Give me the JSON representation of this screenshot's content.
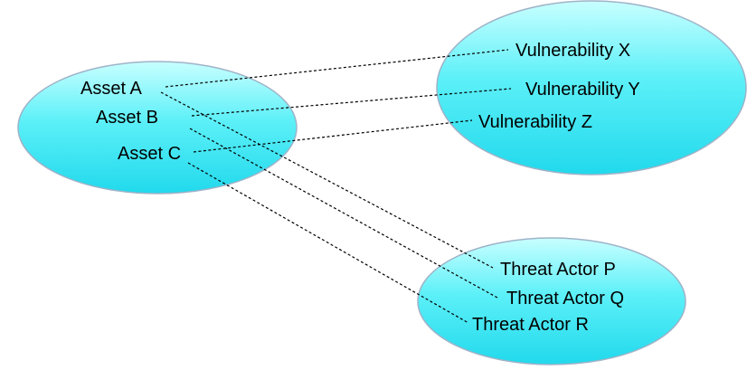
{
  "diagram": {
    "fill_color_top": "#c8ffff",
    "fill_color_mid": "#5cf0f8",
    "fill_color_bottom": "#21d9ec",
    "assets": {
      "a": "Asset A",
      "b": "Asset B",
      "c": "Asset C"
    },
    "vulnerabilities": {
      "x": "Vulnerability X",
      "y": "Vulnerability Y",
      "z": "Vulnerability Z"
    },
    "threat_actors": {
      "p": "Threat Actor P",
      "q": "Threat Actor Q",
      "r": "Threat Actor R"
    },
    "links": [
      {
        "from": "Asset A",
        "to": "Vulnerability X"
      },
      {
        "from": "Asset B",
        "to": "Vulnerability Y"
      },
      {
        "from": "Asset C",
        "to": "Vulnerability Z"
      },
      {
        "from": "Asset A",
        "to": "Threat Actor P"
      },
      {
        "from": "Asset B",
        "to": "Threat Actor Q"
      },
      {
        "from": "Asset C",
        "to": "Threat Actor R"
      }
    ]
  }
}
